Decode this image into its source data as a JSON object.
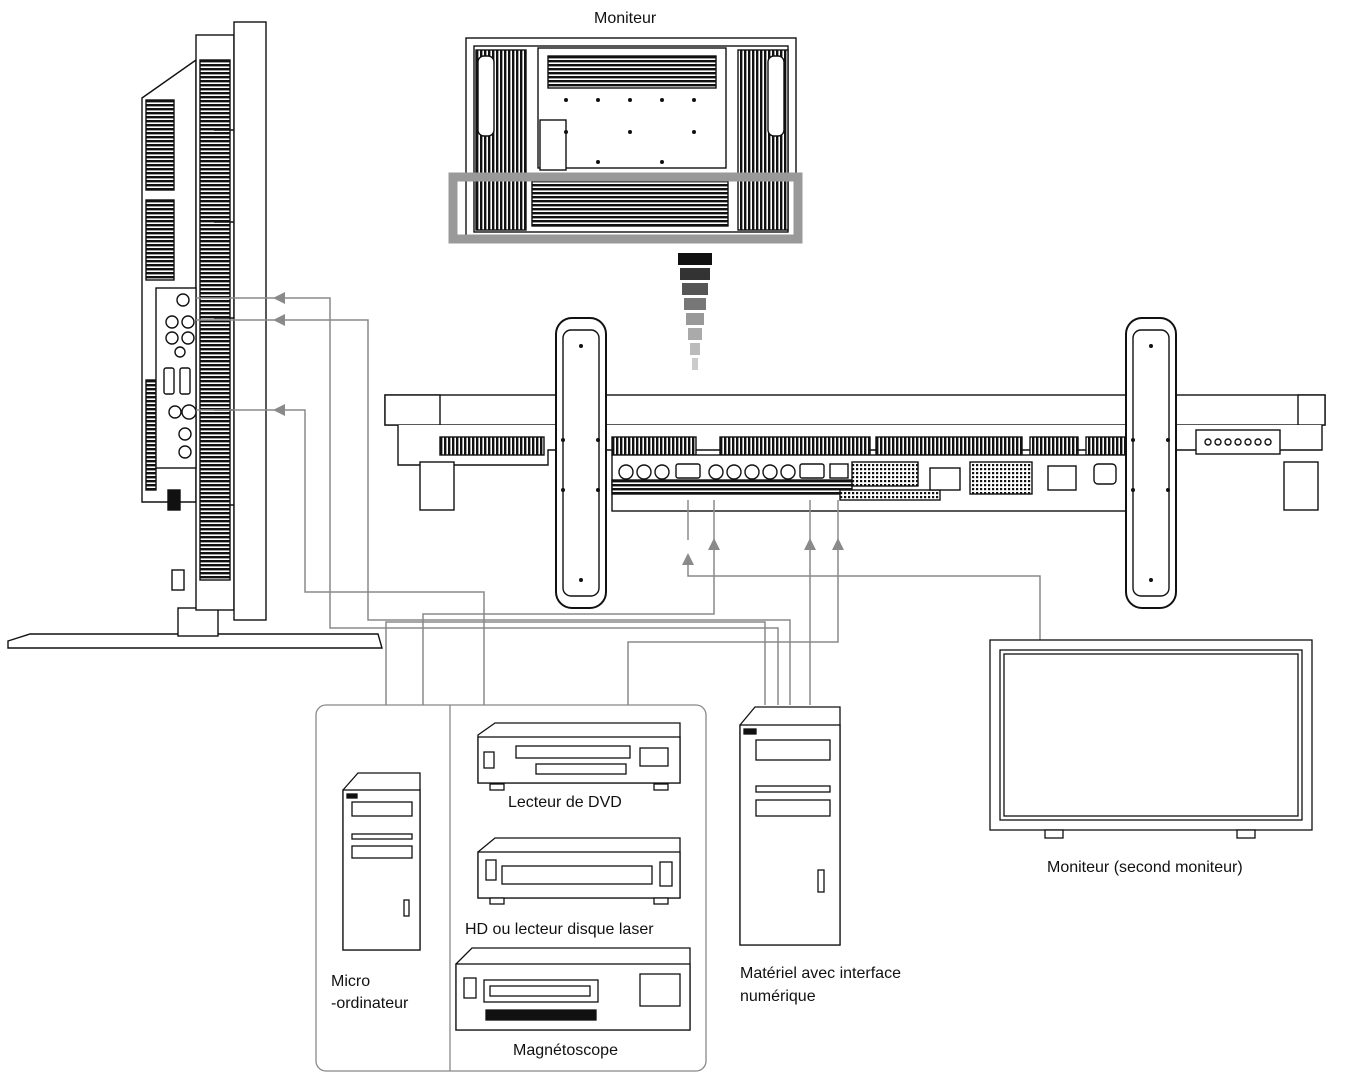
{
  "labels": {
    "monitor_top": "Moniteur",
    "dvd_player": "Lecteur de DVD",
    "hd_laser": "HD ou lecteur disque laser",
    "vcr": "Magnétoscope",
    "micro_line1": "Micro",
    "micro_line2": "-ordinateur",
    "digital_line1": "Matériel avec interface",
    "digital_line2": "numérique",
    "second_monitor": "Moniteur (second moniteur)"
  },
  "icons": {
    "side_monitor": "monitor-side-view-icon",
    "rear_monitor": "monitor-rear-view-icon",
    "bottom_terminals": "monitor-terminal-panel-icon",
    "computer": "tower-computer-icon",
    "dvd": "dvd-player-icon",
    "laserdisc": "laserdisc-player-icon",
    "vcr": "vcr-icon",
    "second_monitor": "second-monitor-icon"
  },
  "colors": {
    "line": "#111111",
    "cable": "#8a8a8a",
    "highlight": "#999999"
  }
}
